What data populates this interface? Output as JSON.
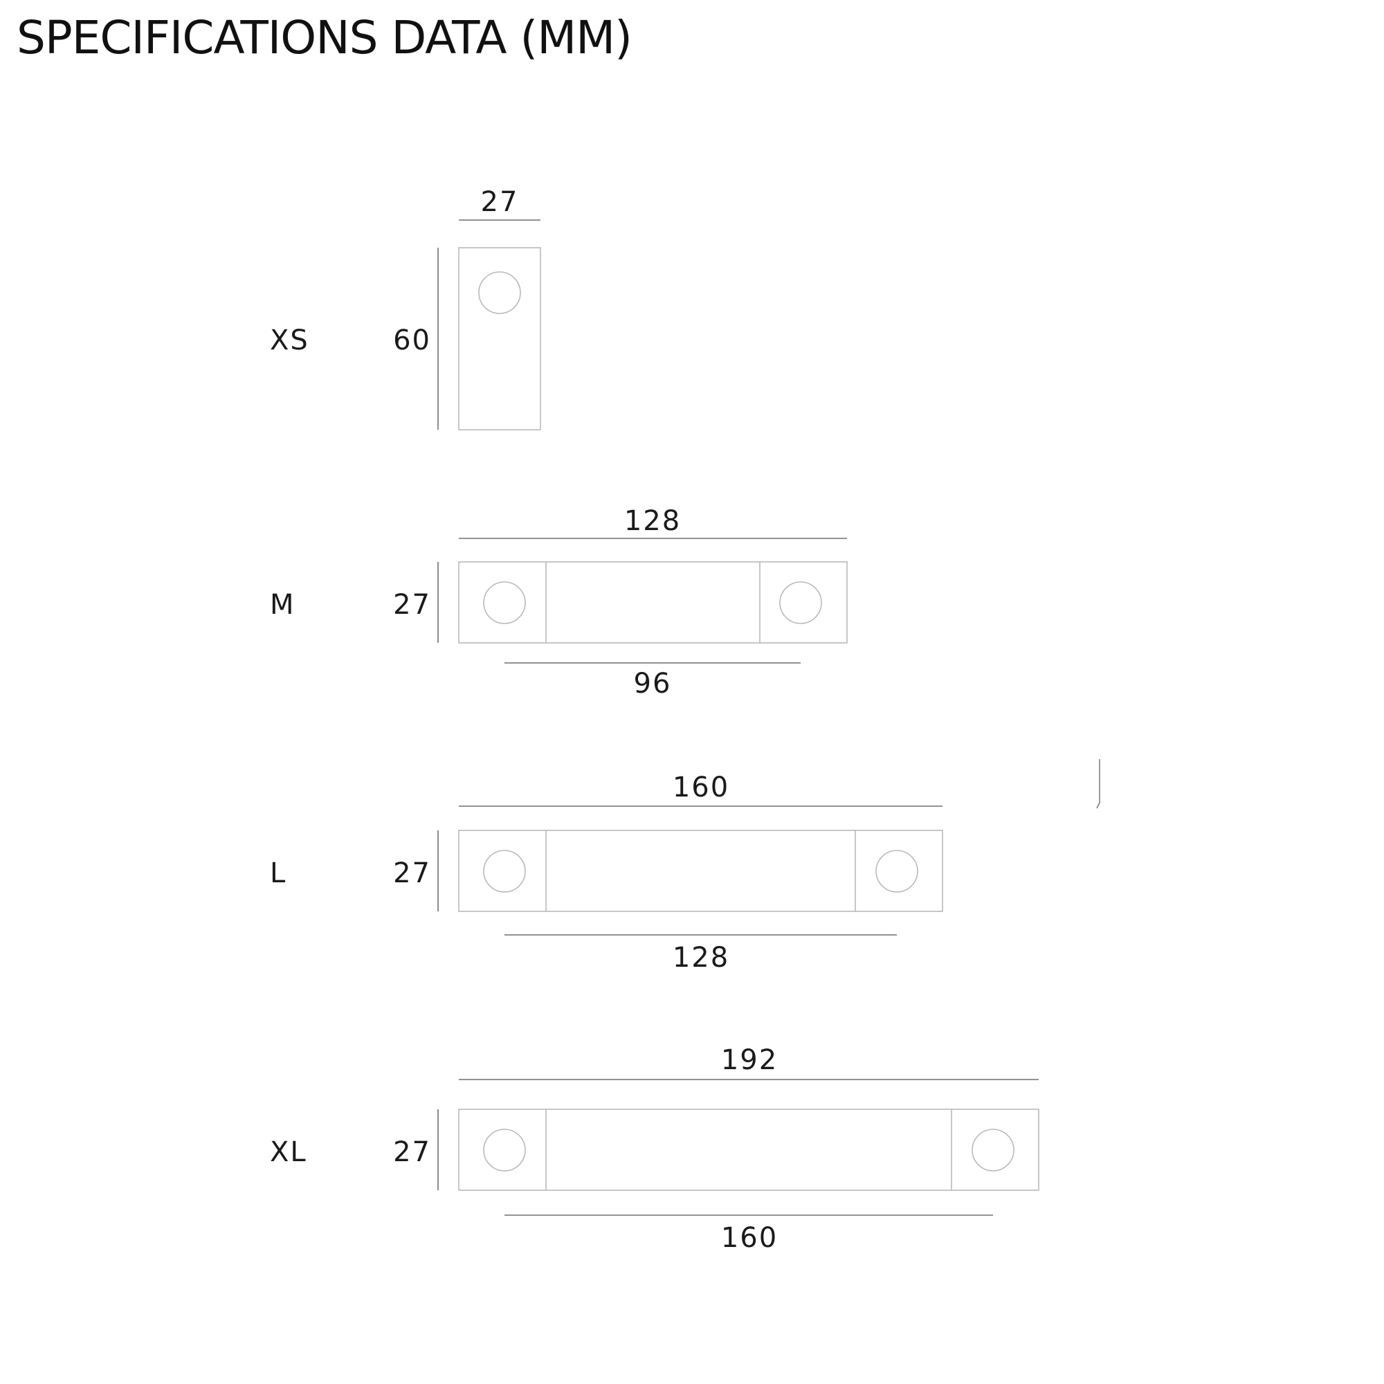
{
  "title": "SPECIFICATIONS DATA (MM)",
  "handles": [
    {
      "size": "XS",
      "length": "27",
      "height": "60",
      "hole_spacing": ""
    },
    {
      "size": "M",
      "length": "128",
      "height": "27",
      "hole_spacing": "96"
    },
    {
      "size": "L",
      "length": "160",
      "height": "27",
      "hole_spacing": "128"
    },
    {
      "size": "XL",
      "length": "192",
      "height": "27",
      "hole_spacing": "160"
    }
  ]
}
